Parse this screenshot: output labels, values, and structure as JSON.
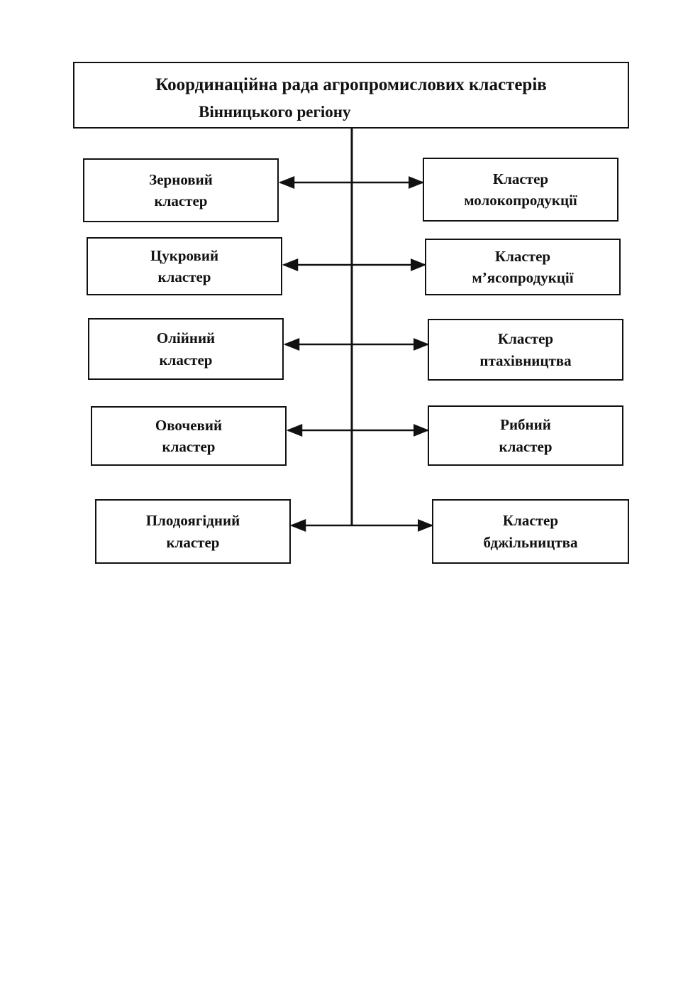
{
  "council": {
    "line1": "Координаційна рада агропромислових кластерів",
    "line2": "Вінницького регіону"
  },
  "left_clusters": [
    {
      "line1": "Зерновий",
      "line2": "кластер"
    },
    {
      "line1": "Цукровий",
      "line2": "кластер"
    },
    {
      "line1": "Олійний",
      "line2": "кластер"
    },
    {
      "line1": "Овочевий",
      "line2": "кластер"
    },
    {
      "line1": "Плодоягідний",
      "line2": "кластер"
    }
  ],
  "right_clusters": [
    {
      "line1": "Кластер",
      "line2": "молокопродукції"
    },
    {
      "line1": "Кластер",
      "line2": "м’ясопродукції"
    },
    {
      "line1": "Кластер",
      "line2": "птахівництва"
    },
    {
      "line1": "Рибний",
      "line2": "кластер"
    },
    {
      "line1": "Кластер",
      "line2": "бджільництва"
    }
  ]
}
